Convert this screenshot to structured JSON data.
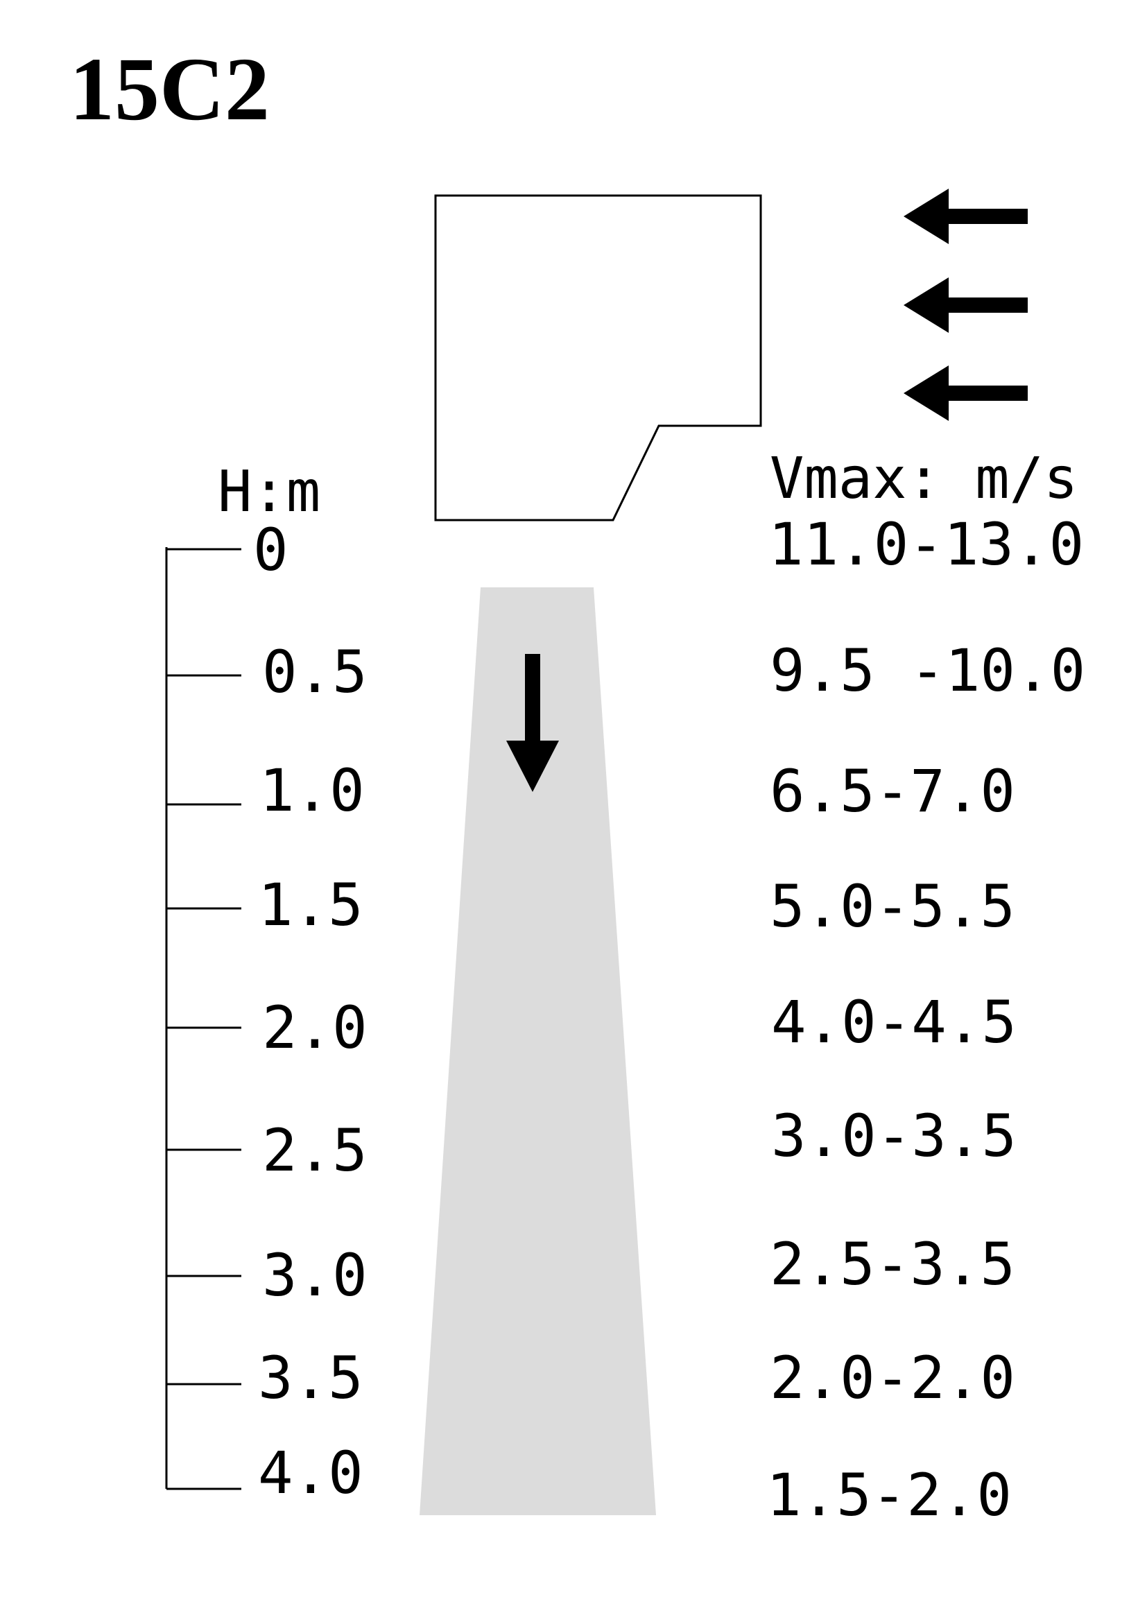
{
  "title": "15C2",
  "depth_axis": {
    "label": "H:m",
    "ticks": [
      "0",
      "0.5",
      "1.0",
      "1.5",
      "2.0",
      "2.5",
      "3.0",
      "3.5",
      "4.0"
    ]
  },
  "velocity": {
    "label": "Vmax: m/s",
    "ranges": [
      "11.0-13.0",
      "9.5 -10.0",
      "6.5-7.0",
      "5.0-5.5",
      "4.0-4.5",
      "3.0-3.5",
      "2.5-3.5",
      "2.0-2.0",
      "1.5-2.0"
    ]
  },
  "colors": {
    "stroke": "#000000",
    "plume": "#dcdcdc"
  },
  "icons": {
    "inflow": "arrow-left-icon",
    "flow": "arrow-down-icon"
  }
}
